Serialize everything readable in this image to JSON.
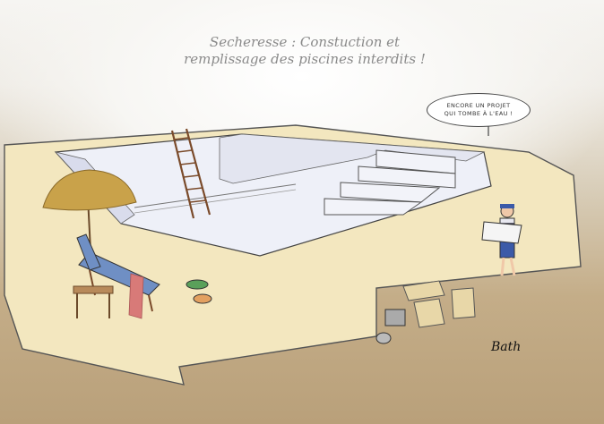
{
  "illustration": {
    "title_lines": [
      "Secheresse : Constuction et",
      "remplissage des piscines interdits !"
    ],
    "speech_bubble_lines": [
      "ENCORE UN PROJET",
      "QUI TOMBE À L'EAU !"
    ],
    "signature": "Bath",
    "colors": {
      "title": "#8a8a8a",
      "deck": "#f3e7bf",
      "pool_interior": "#eef0f8",
      "pool_wall": "#d9dcec",
      "ground": "#c4ad88",
      "umbrella": "#c9a24a",
      "lounger_cushion": "#6f8fc4",
      "towel": "#d87a78"
    }
  }
}
